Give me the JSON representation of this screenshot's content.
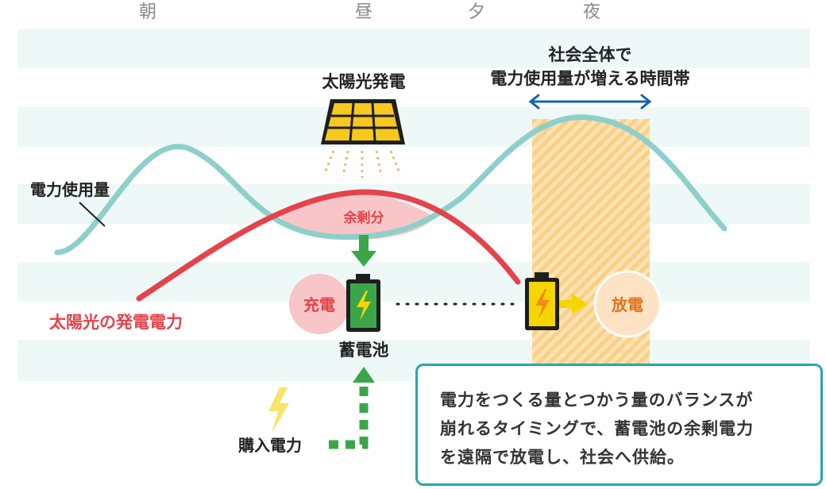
{
  "time_labels": {
    "morning": "朝",
    "noon": "昼",
    "evening": "夕",
    "night": "夜"
  },
  "labels": {
    "solar_generation": "太陽光発電",
    "peak_line1": "社会全体で",
    "peak_line2": "電力使用量が増える時間帯",
    "usage": "電力使用量",
    "surplus": "余剰分",
    "solar_power": "太陽光の発電電力",
    "charge": "充電",
    "discharge": "放電",
    "battery": "蓄電池",
    "purchase": "購入電力"
  },
  "description": {
    "line1": "電力をつくる量とつかう量のバランスが",
    "line2": "崩れるタイミングで、蓄電池の余剰電力",
    "line3": "を遠隔で放電し、社会へ供給。"
  },
  "colors": {
    "usage_curve": "#8fcfca",
    "solar_curve": "#e5434b",
    "surplus_fill": "#f8c6c8",
    "peak_band": "#fbd59a",
    "arrow_green": "#3aa648",
    "arrow_blue": "#1565b0",
    "battery_charge": "#3aa648",
    "battery_discharge": "#f5d500",
    "box_border": "#2aa6a7",
    "stripe": "#eef8f7"
  },
  "icons": [
    "solar-panel-icon",
    "battery-charging-icon",
    "battery-discharging-icon",
    "lightning-icon",
    "double-arrow-icon",
    "down-arrow-icon",
    "up-arrow-icon"
  ]
}
